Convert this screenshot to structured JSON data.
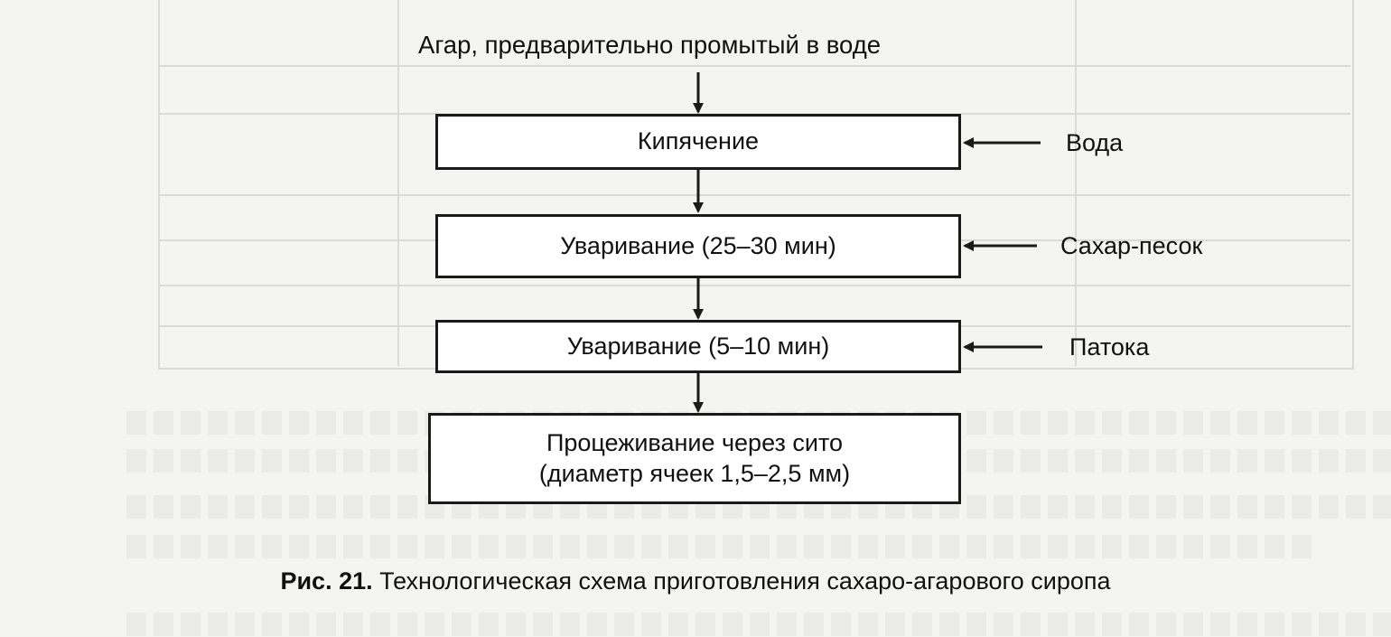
{
  "diagram": {
    "input_top": "Агар, предварительно промытый в воде",
    "steps": [
      {
        "text": "Кипячение",
        "input": "Вода"
      },
      {
        "text": "Уваривание (25–30 мин)",
        "input": "Сахар-песок"
      },
      {
        "text": "Уваривание (5–10 мин)",
        "input": "Патока"
      },
      {
        "text_line1": "Процеживание через сито",
        "text_line2": "(диаметр ячеек 1,5–2,5 мм)"
      }
    ]
  },
  "caption": {
    "number": "Рис. 21.",
    "title": "Технологическая схема приготовления сахаро-агарового сиропа"
  }
}
